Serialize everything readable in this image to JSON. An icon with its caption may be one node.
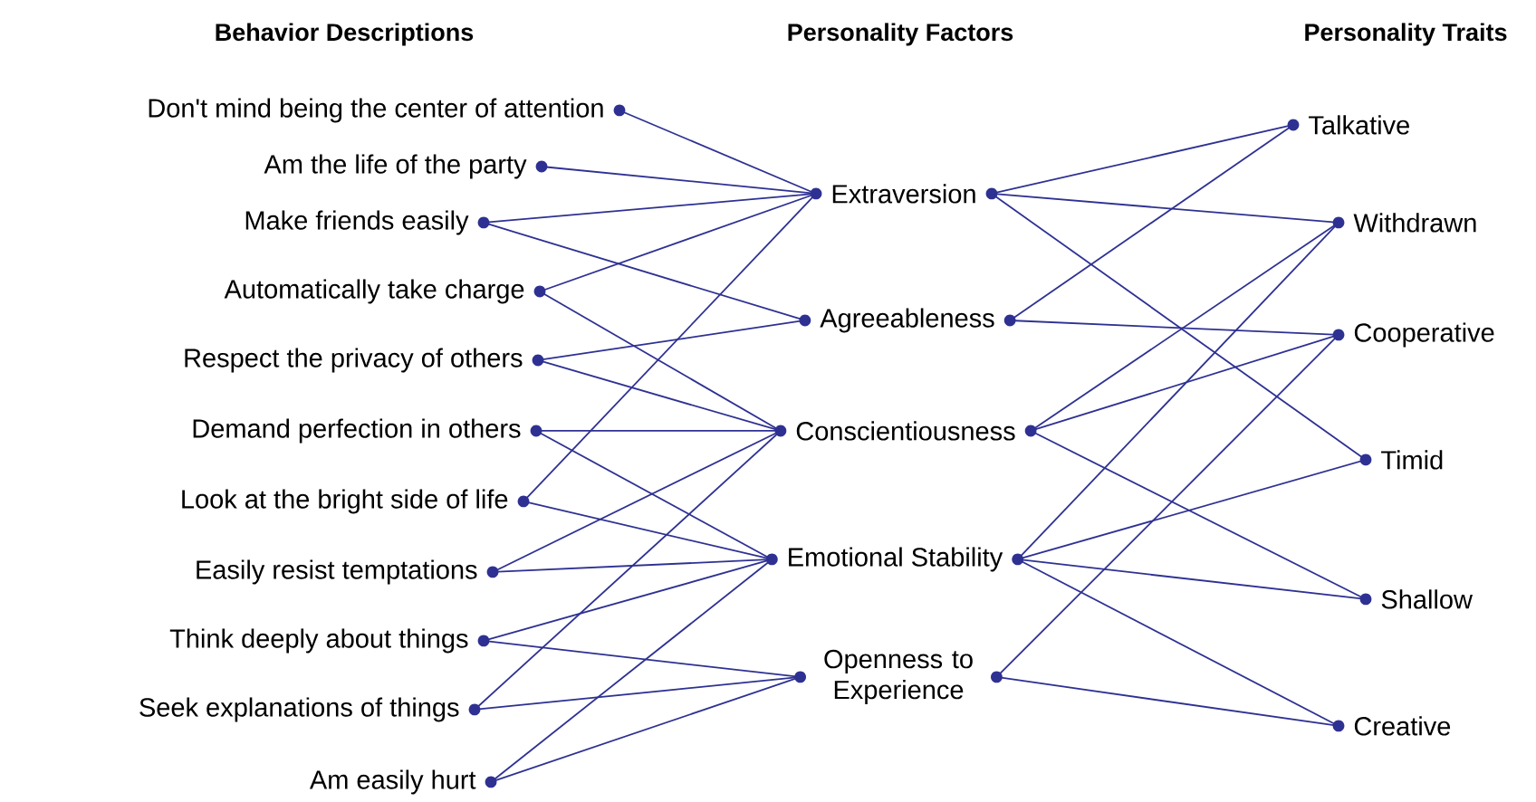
{
  "diagram": {
    "nodes": [
      {
        "text": [
          "Don't mind being the center of attention"
        ]
      },
      {
        "text": [
          "Am the life of the party"
        ]
      },
      {
        "text": [
          "Make friends easily"
        ]
      },
      {
        "text": [
          "Automatically take charge"
        ]
      },
      {
        "text": [
          "Respect the privacy of others"
        ]
      },
      {
        "text": [
          "Demand perfection in others"
        ]
      },
      {
        "text": [
          "Look at the bright side of life"
        ]
      },
      {
        "text": [
          "Easily resist temptations"
        ]
      },
      {
        "text": [
          "Think deeply about things"
        ]
      },
      {
        "text": [
          "Seek explanations of things"
        ]
      },
      {
        "text": [
          "Am easily hurt"
        ]
      },
      {
        "text": [
          "Extraversion"
        ]
      },
      {
        "text": [
          "Agreeableness"
        ]
      },
      {
        "text": [
          "Conscientiousness"
        ]
      },
      {
        "text": [
          "Emotional Stability"
        ]
      },
      {
        "text": [
          "Openness to Experience"
        ]
      },
      {
        "text": [
          "Talkative"
        ]
      },
      {
        "text": [
          "Withdrawn"
        ]
      },
      {
        "text": [
          "Cooperative"
        ]
      },
      {
        "text": [
          "Timid"
        ]
      },
      {
        "text": [
          "Shallow"
        ]
      },
      {
        "text": [
          "Creative"
        ]
      }
    ],
    "edges": [
      {
        "from": 0,
        "to": 11,
        "arrow": "none"
      },
      {
        "from": 1,
        "to": 11,
        "arrow": "none"
      },
      {
        "from": 2,
        "to": 11,
        "arrow": "none"
      },
      {
        "from": 2,
        "to": 12,
        "arrow": "none"
      },
      {
        "from": 3,
        "to": 11,
        "arrow": "none"
      },
      {
        "from": 3,
        "to": 13,
        "arrow": "none"
      },
      {
        "from": 4,
        "to": 12,
        "arrow": "none"
      },
      {
        "from": 4,
        "to": 13,
        "arrow": "none"
      },
      {
        "from": 5,
        "to": 13,
        "arrow": "none"
      },
      {
        "from": 5,
        "to": 14,
        "arrow": "none"
      },
      {
        "from": 6,
        "to": 11,
        "arrow": "none"
      },
      {
        "from": 6,
        "to": 14,
        "arrow": "none"
      },
      {
        "from": 7,
        "to": 13,
        "arrow": "none"
      },
      {
        "from": 7,
        "to": 14,
        "arrow": "none"
      },
      {
        "from": 8,
        "to": 14,
        "arrow": "none"
      },
      {
        "from": 8,
        "to": 15,
        "arrow": "none"
      },
      {
        "from": 9,
        "to": 13,
        "arrow": "none"
      },
      {
        "from": 9,
        "to": 15,
        "arrow": "none"
      },
      {
        "from": 10,
        "to": 14,
        "arrow": "none"
      },
      {
        "from": 10,
        "to": 15,
        "arrow": "none"
      },
      {
        "from": 11,
        "to": 16,
        "arrow": "none"
      },
      {
        "from": 11,
        "to": 17,
        "arrow": "none"
      },
      {
        "from": 11,
        "to": 19,
        "arrow": "none"
      },
      {
        "from": 12,
        "to": 16,
        "arrow": "none"
      },
      {
        "from": 12,
        "to": 18,
        "arrow": "none"
      },
      {
        "from": 13,
        "to": 17,
        "arrow": "none"
      },
      {
        "from": 13,
        "to": 18,
        "arrow": "none"
      },
      {
        "from": 13,
        "to": 20,
        "arrow": "none"
      },
      {
        "from": 14,
        "to": 17,
        "arrow": "none"
      },
      {
        "from": 14,
        "to": 19,
        "arrow": "none"
      },
      {
        "from": 14,
        "to": 20,
        "arrow": "none"
      },
      {
        "from": 14,
        "to": 21,
        "arrow": "none"
      },
      {
        "from": 15,
        "to": 18,
        "arrow": "none"
      },
      {
        "from": 15,
        "to": 21,
        "arrow": "none"
      }
    ],
    "labels": [
      "Behavior Descriptions",
      "Personality Factors",
      "Personality Traits"
    ]
  }
}
